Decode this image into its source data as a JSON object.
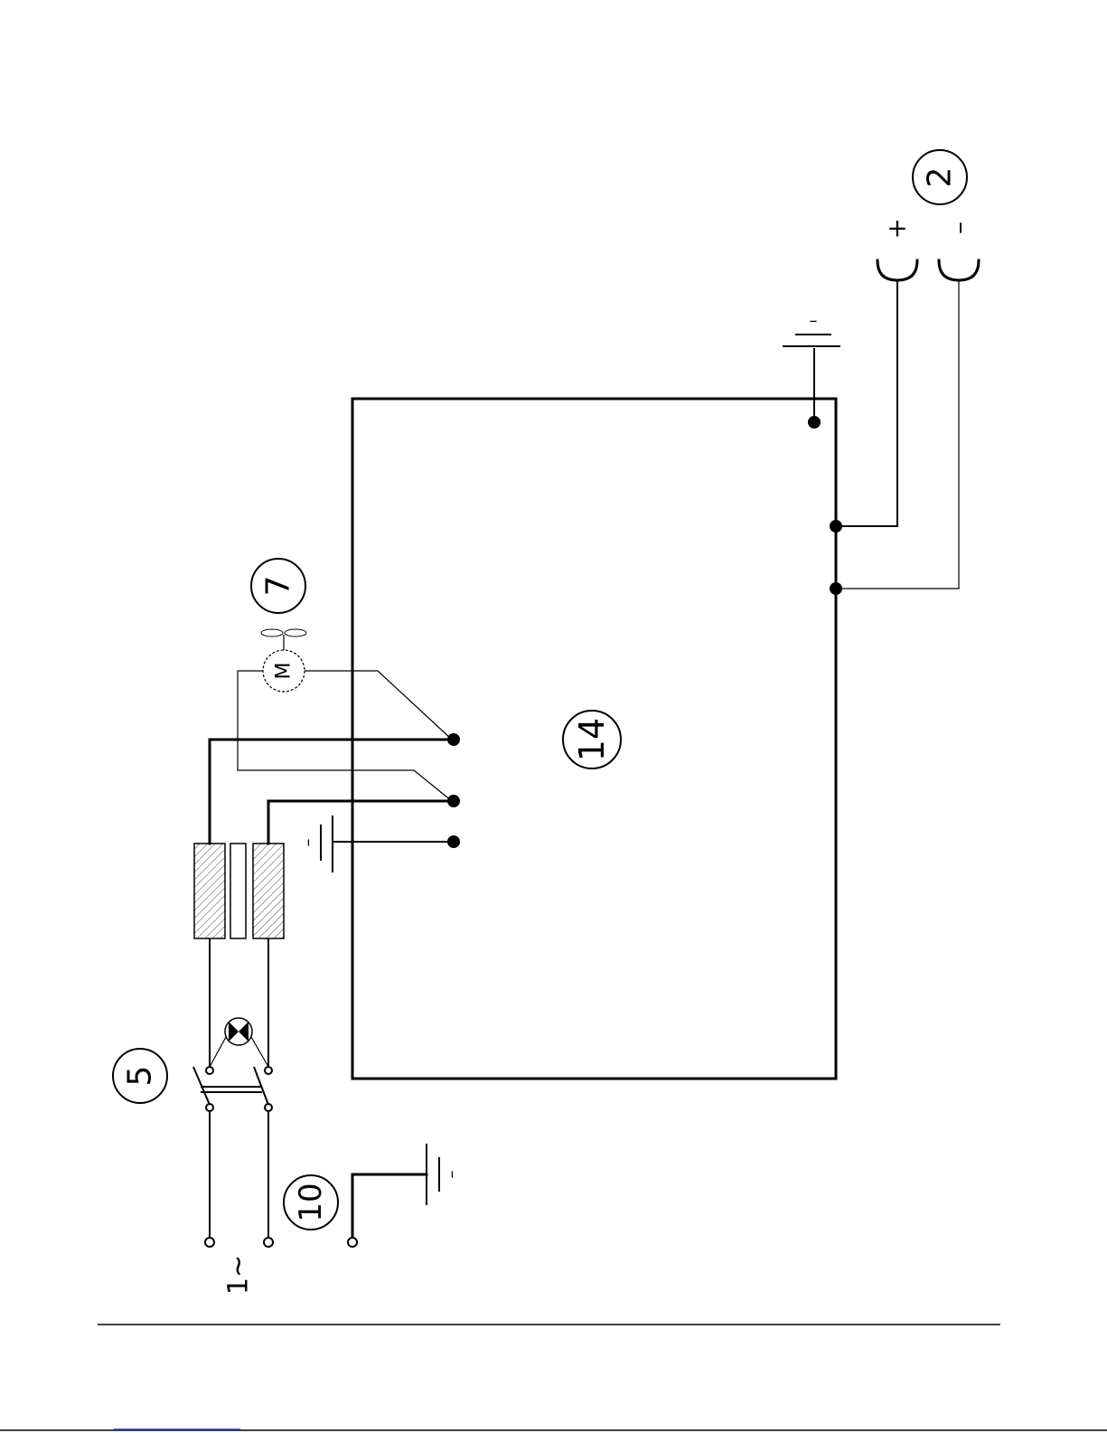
{
  "callouts": {
    "power_supply": "2",
    "main_switch": "5",
    "fan_motor": "7",
    "earth_terminal": "10",
    "control_board": "14"
  },
  "labels": {
    "plus": "+",
    "minus": "–",
    "ground_a": "–",
    "ground_b": "–",
    "ground_c": "–",
    "motor": "M",
    "mains": "1~"
  },
  "colors": {
    "line": "#000000",
    "footer_link": "#1a3cff"
  }
}
